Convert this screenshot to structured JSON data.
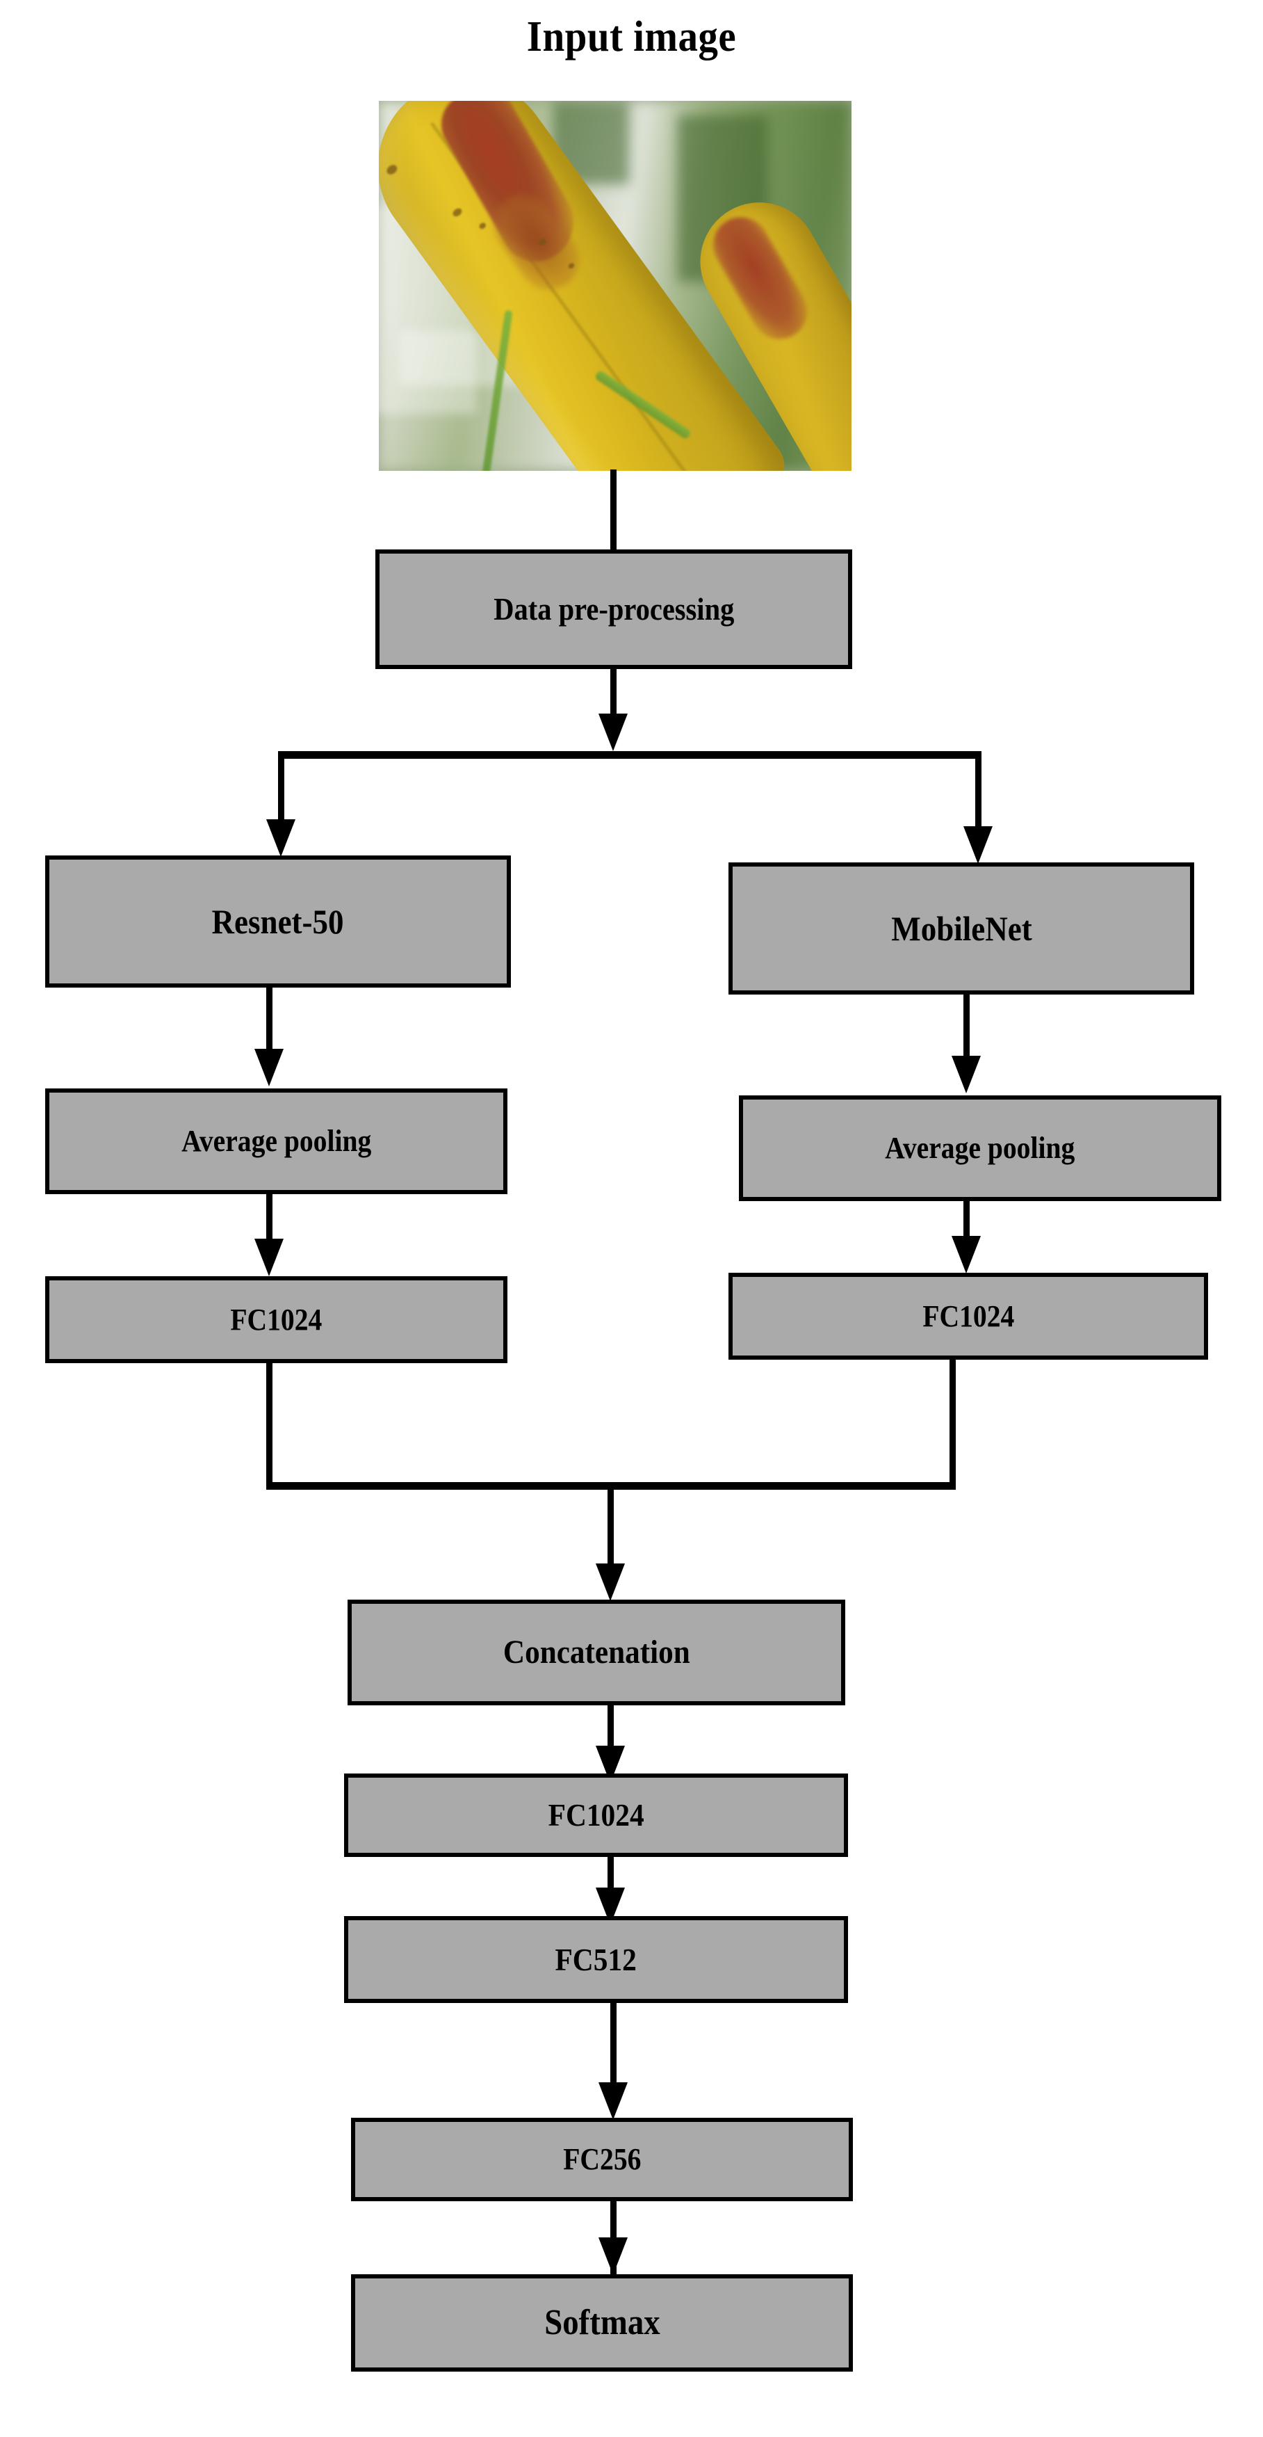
{
  "diagram": {
    "title": "Input image",
    "type": "neural-network-architecture-flowchart",
    "colors": {
      "node_fill": "#aaaaaa",
      "node_border": "#000000",
      "connector": "#000000",
      "background": "#ffffff"
    },
    "input_image": {
      "caption": "Input image",
      "subject": "close-up photograph of a yellowing plant leaf with reddish-brown disease lesions against a blurred green foliage background"
    },
    "nodes": [
      {
        "id": "preprocess",
        "label": "Data pre-processing"
      },
      {
        "id": "resnet50",
        "label": "Resnet-50"
      },
      {
        "id": "mobilenet",
        "label": "MobileNet"
      },
      {
        "id": "avgpool-left",
        "label": "Average pooling"
      },
      {
        "id": "avgpool-right",
        "label": "Average pooling"
      },
      {
        "id": "fc1024-left",
        "label": "FC1024"
      },
      {
        "id": "fc1024-right",
        "label": "FC1024"
      },
      {
        "id": "concatenation",
        "label": "Concatenation"
      },
      {
        "id": "fc1024-merged",
        "label": "FC1024"
      },
      {
        "id": "fc512",
        "label": "FC512"
      },
      {
        "id": "fc256",
        "label": "FC256"
      },
      {
        "id": "softmax",
        "label": "Softmax"
      }
    ],
    "edges": [
      {
        "from": "input-image",
        "to": "preprocess"
      },
      {
        "from": "preprocess",
        "to": "resnet50"
      },
      {
        "from": "preprocess",
        "to": "mobilenet"
      },
      {
        "from": "resnet50",
        "to": "avgpool-left"
      },
      {
        "from": "mobilenet",
        "to": "avgpool-right"
      },
      {
        "from": "avgpool-left",
        "to": "fc1024-left"
      },
      {
        "from": "avgpool-right",
        "to": "fc1024-right"
      },
      {
        "from": "fc1024-left",
        "to": "concatenation"
      },
      {
        "from": "fc1024-right",
        "to": "concatenation"
      },
      {
        "from": "concatenation",
        "to": "fc1024-merged"
      },
      {
        "from": "fc1024-merged",
        "to": "fc512"
      },
      {
        "from": "fc512",
        "to": "fc256"
      },
      {
        "from": "fc256",
        "to": "softmax"
      }
    ]
  }
}
